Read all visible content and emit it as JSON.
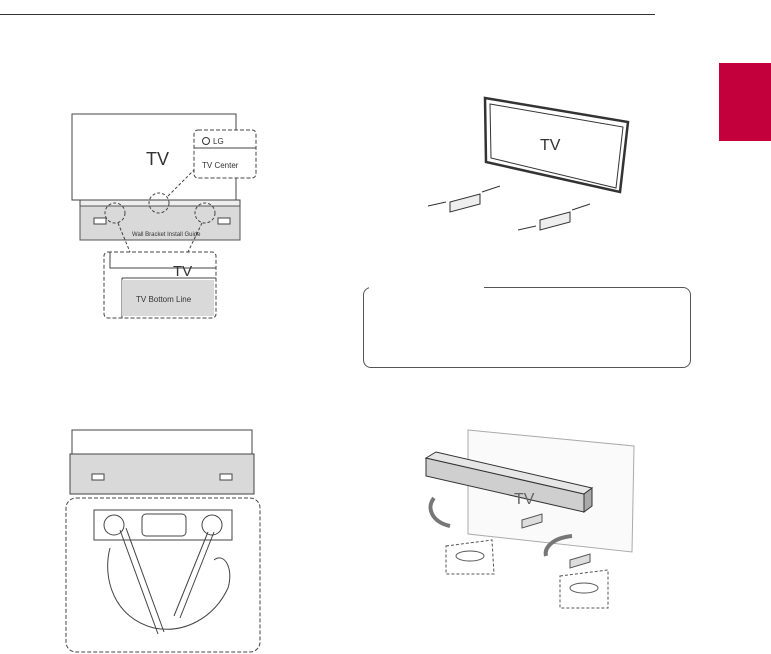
{
  "fig1": {
    "tv_label": "TV",
    "logo_text": "LG",
    "tv_center_label": "TV Center",
    "guide_label": "Wall Bracket Install Guide",
    "zoom_tv_label": "TV",
    "tv_bottom_line_label": "TV Bottom Line"
  },
  "fig2": {
    "tv_label": "TV"
  },
  "fig4": {
    "tv_label": "TV"
  },
  "colors": {
    "accent_tab": "#c4003c",
    "line": "#333333",
    "guide_fill": "#d9d9d9"
  }
}
